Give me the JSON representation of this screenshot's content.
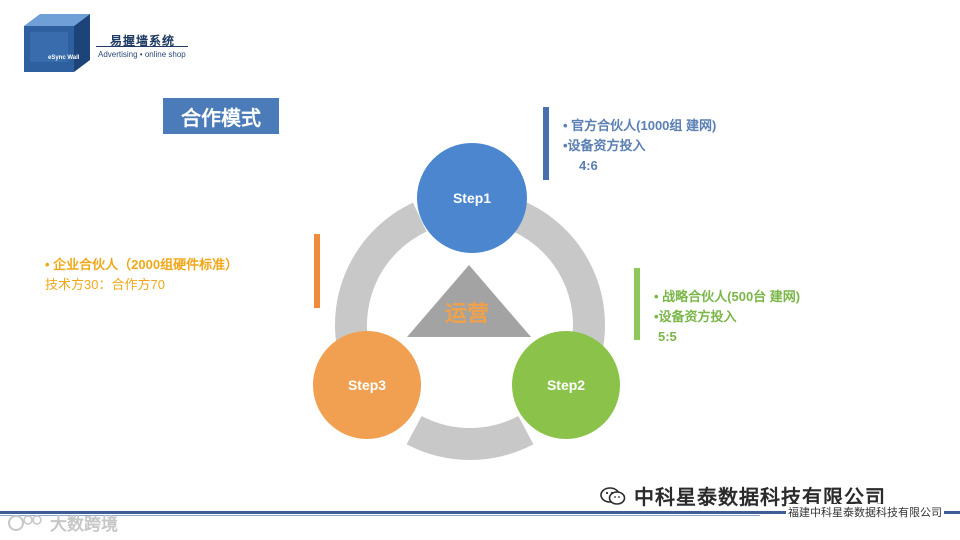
{
  "header": {
    "brand_name": "易握墙系统",
    "brand_sub": "Advertising • online shop",
    "logo_text": "eSync Wall"
  },
  "title": "合作模式",
  "diagram": {
    "center_label": "运营",
    "steps": [
      {
        "label": "Step1",
        "color": "#4b86cf"
      },
      {
        "label": "Step2",
        "color": "#8bc34a"
      },
      {
        "label": "Step3",
        "color": "#f0a050"
      }
    ],
    "ring_color": "#c8c8c8",
    "triangle_color": "#a3a3a3",
    "center_color": "#f0a24a"
  },
  "partners": {
    "official": {
      "line1": "• 官方合伙人(1000组 建网)",
      "line2": "•设备资方投入",
      "line3": "4:6"
    },
    "enterprise": {
      "line1": "• 企业合伙人（2000组硬件标准）",
      "line2": "技术方30：合作方70"
    },
    "strategic": {
      "line1": "• 战略合伙人(500台 建网)",
      "line2": "•设备资方投入",
      "line3": "5:5"
    }
  },
  "watermarks": {
    "wechat_account": "中科星泰数据科技有限公司",
    "left_brand": "大数跨境"
  },
  "footer": {
    "company": "福建中科星泰数据科技有限公司"
  }
}
